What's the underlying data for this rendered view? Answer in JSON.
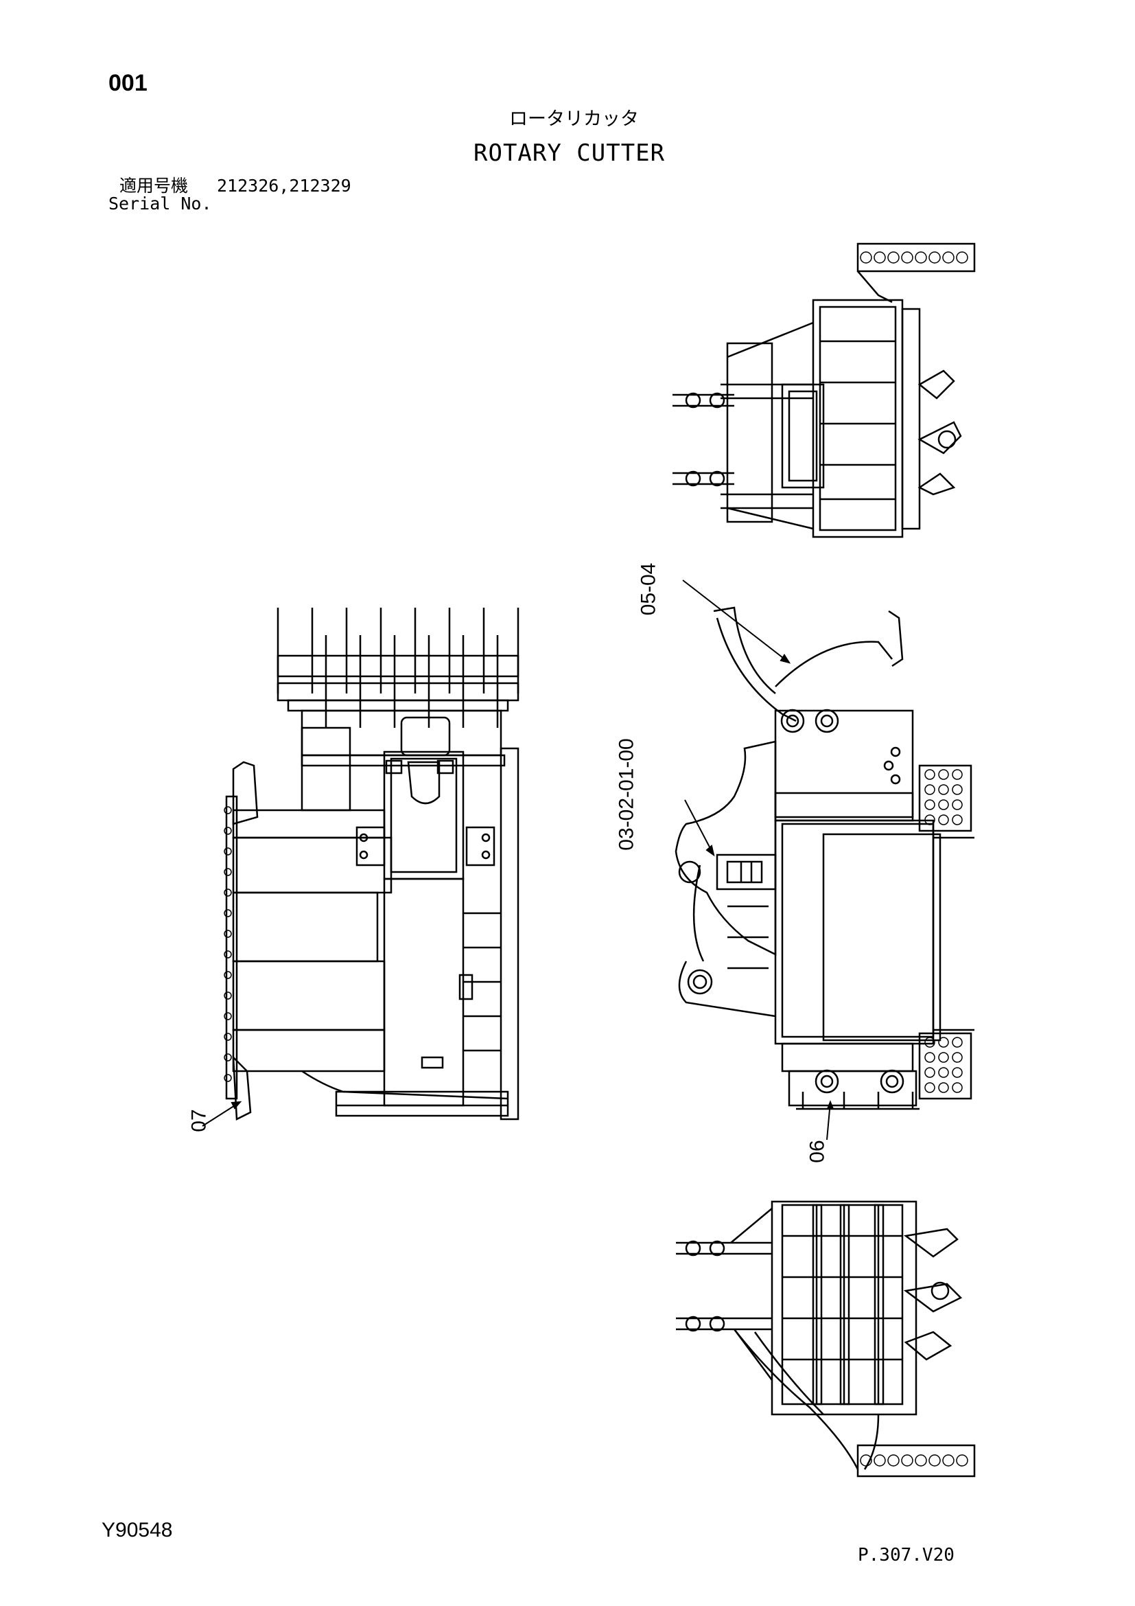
{
  "header": {
    "page_number": "001",
    "title_jp": "ロータリカッタ",
    "title_en": "ROTARY CUTTER",
    "serial_label_jp": "適用号機",
    "serial_numbers": "212326,212329",
    "serial_label_en": "Serial No."
  },
  "footer": {
    "drawing_id": "Y90548",
    "page_ref": "P.307.V20"
  },
  "callouts": {
    "c0504": "05-04",
    "c03020100": "03-02-01-00",
    "c07": "07",
    "c06": "06"
  }
}
